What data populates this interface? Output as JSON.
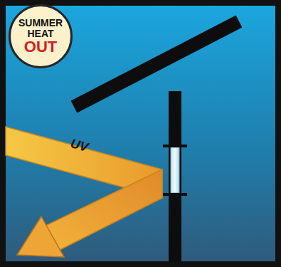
{
  "diagram": {
    "nodes": [
      {
        "text": [
          "SUMMER HEAT",
          "OUT"
        ]
      }
    ],
    "labels": [
      "UV"
    ]
  }
}
